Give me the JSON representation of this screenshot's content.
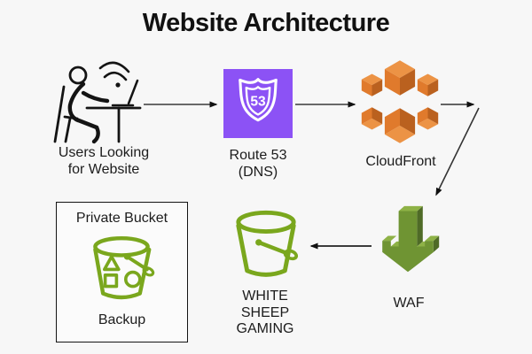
{
  "title": "Website Architecture",
  "palette": {
    "background": "#f7f7f7",
    "text": "#1c1c1c",
    "arrow_line": "#444444",
    "arrow_head": "#111111",
    "route53_purple": "#8c52f5",
    "cloudfront_orange_light": "#ec9345",
    "cloudfront_orange_mid": "#e07a2c",
    "cloudfront_orange_dark": "#ba611f",
    "waf_green_light": "#8eb246",
    "waf_green_mid": "#6f9433",
    "waf_green_dark": "#4f6b27",
    "bucket_green": "#7aa71d"
  },
  "nodes": {
    "users": {
      "label": [
        "Users Looking",
        "for Website"
      ]
    },
    "route53": {
      "badge": "53",
      "label": [
        "Route 53",
        "(DNS)"
      ]
    },
    "cloudfront": {
      "label": "CloudFront"
    },
    "waf": {
      "label": "WAF"
    },
    "s3_bucket": {
      "label": [
        "WHITE",
        "SHEEP",
        "GAMING"
      ]
    },
    "private_bucket": {
      "title": "Private Bucket",
      "label": "Backup"
    }
  }
}
